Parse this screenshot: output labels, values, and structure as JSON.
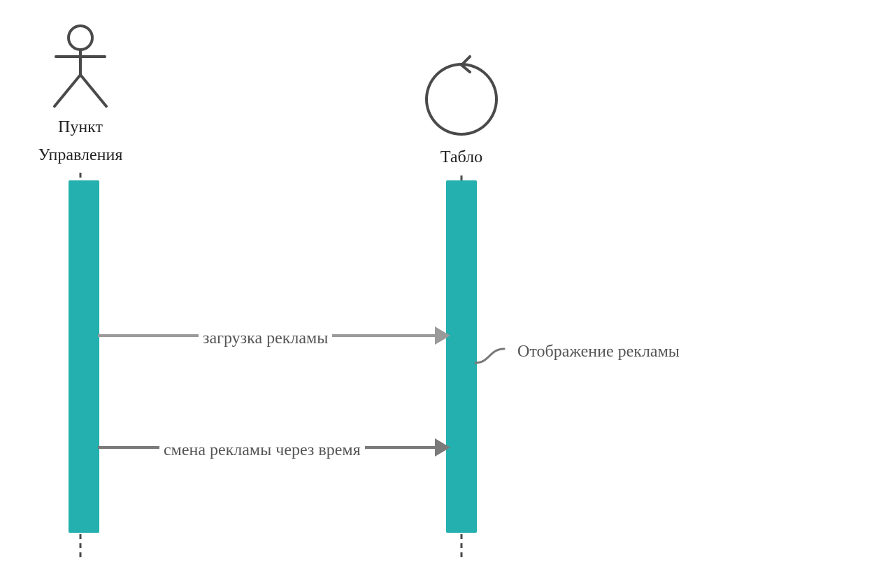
{
  "participants": [
    {
      "id": "control",
      "kind": "actor",
      "name_line1": "Пункт",
      "name_line2": "Управления"
    },
    {
      "id": "board",
      "kind": "control",
      "name": "Табло"
    }
  ],
  "messages": [
    {
      "from": "control",
      "to": "board",
      "label": "загрузка рекламы"
    },
    {
      "from": "control",
      "to": "board",
      "label": "смена рекламы через время"
    }
  ],
  "notes": [
    {
      "attached_to": "board",
      "text": "Отображение рекламы"
    }
  ],
  "colors": {
    "activation": "#23b0ae",
    "lifeline": "#4a4a4a",
    "icon": "#4a4a4a",
    "message1": "#9a9a9a",
    "message2": "#7a7a7a",
    "note_connector": "#777777"
  }
}
